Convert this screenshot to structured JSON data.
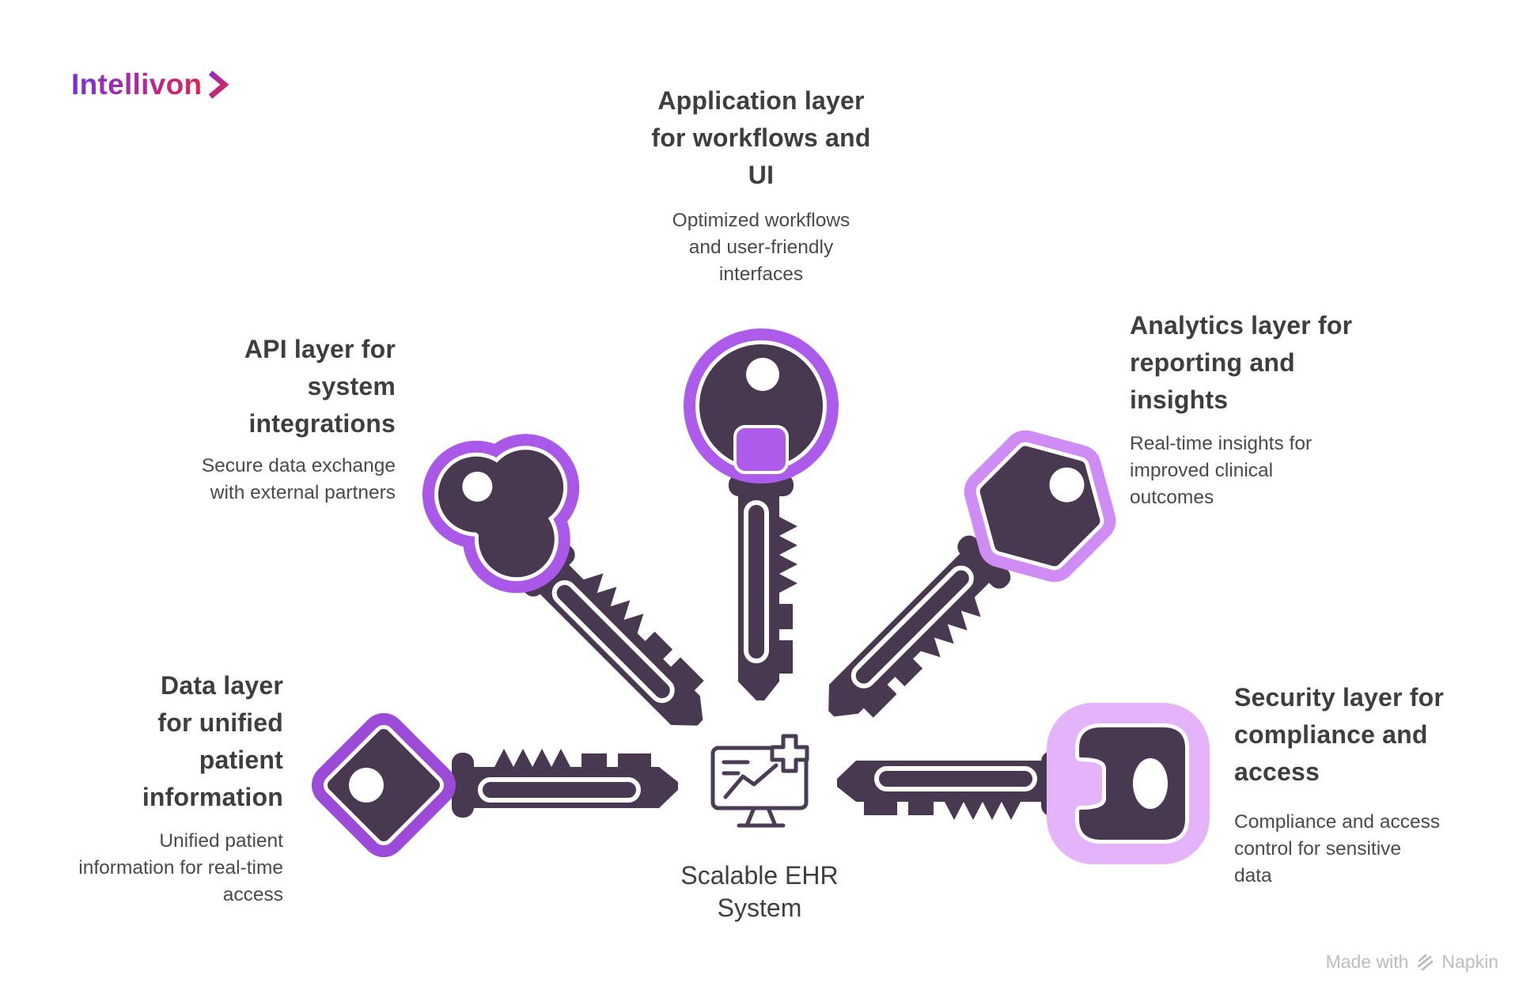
{
  "brand": {
    "name": "Intellivon",
    "chevron_icon": "chevron-right"
  },
  "colors": {
    "key_body": "#483850",
    "ring_application": "#AC5BEB",
    "ring_api": "#A958E8",
    "ring_data": "#9C4BD8",
    "ring_analytics": "#CE8CF4",
    "ring_security": "#E5B3F9",
    "heading_text": "#3E3E3E",
    "body_text": "#4A4A4A",
    "logo_gradient_start": "#7A31D6",
    "logo_gradient_end": "#E0234E",
    "watermark_text": "#BDBDBD"
  },
  "layers": [
    {
      "id": "application",
      "position": "top",
      "key_head": "round",
      "title": "Application layer for workflows and UI",
      "title_lines": [
        "Application layer",
        "for workflows and",
        "UI"
      ],
      "description": "Optimized workflows and user-friendly interfaces",
      "description_lines": [
        "Optimized workflows",
        "and user-friendly",
        "interfaces"
      ]
    },
    {
      "id": "api",
      "position": "upper-left",
      "key_head": "clover",
      "title": "API layer for system integrations",
      "title_lines": [
        "API layer for",
        "system",
        "integrations"
      ],
      "description": "Secure data exchange with external partners",
      "description_lines": [
        "Secure data exchange",
        "with external partners"
      ]
    },
    {
      "id": "analytics",
      "position": "upper-right",
      "key_head": "hexagon",
      "title": "Analytics layer for reporting and insights",
      "title_lines": [
        "Analytics layer for",
        "reporting and",
        "insights"
      ],
      "description": "Real-time insights for improved clinical outcomes",
      "description_lines": [
        "Real-time insights for",
        "improved clinical",
        "outcomes"
      ]
    },
    {
      "id": "data",
      "position": "lower-left",
      "key_head": "diamond",
      "title": "Data layer for unified patient information",
      "title_lines": [
        "Data layer",
        "for unified",
        "patient",
        "information"
      ],
      "description": "Unified patient information for real-time access",
      "description_lines": [
        "Unified patient",
        "information for real-time",
        "access"
      ]
    },
    {
      "id": "security",
      "position": "lower-right",
      "key_head": "rounded-square",
      "title": "Security layer for compliance and access",
      "title_lines": [
        "Security layer for",
        "compliance and",
        "access"
      ],
      "description": "Compliance and access control for sensitive data",
      "description_lines": [
        "Compliance and access",
        "control for sensitive",
        "data"
      ]
    }
  ],
  "center": {
    "icon": "ehr-monitor-chart-plus",
    "title": "Scalable EHR System",
    "title_lines": [
      "Scalable EHR",
      "System"
    ]
  },
  "watermark": {
    "text": "Made with",
    "brand": "Napkin"
  }
}
